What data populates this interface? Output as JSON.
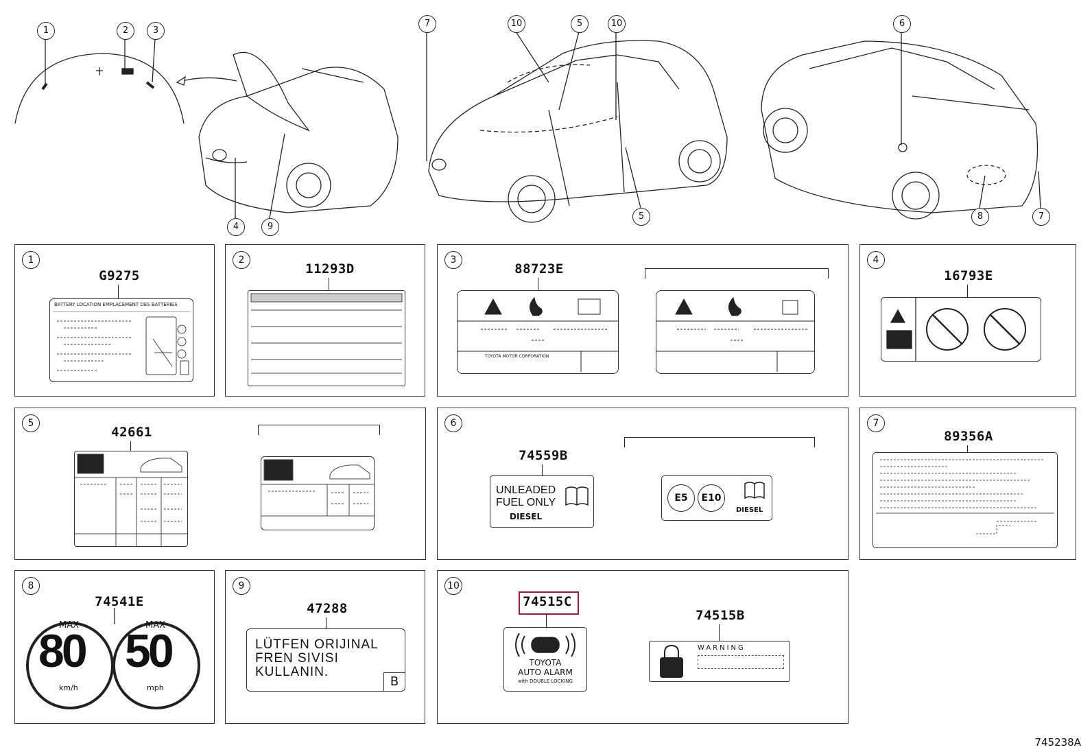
{
  "figure_id": "745238A",
  "callouts_top": [
    "1",
    "2",
    "3",
    "4",
    "9",
    "7",
    "10",
    "5",
    "10",
    "5",
    "6",
    "8",
    "7"
  ],
  "panels": [
    {
      "num": "1",
      "code": "G9275",
      "label_text": "BATTERY LOCATION EMPLACEMENT DES BATTERIES"
    },
    {
      "num": "2",
      "code": "11293D"
    },
    {
      "num": "3",
      "code": "88723E",
      "small_text": "TOYOTA MOTOR CORPORATION"
    },
    {
      "num": "4",
      "code": "16793E"
    },
    {
      "num": "5",
      "code": "42661"
    },
    {
      "num": "6",
      "code": "74559B",
      "text1": "UNLEADED",
      "text2": "FUEL ONLY",
      "text3": "DIESEL",
      "e5": "E5",
      "e10": "E10"
    },
    {
      "num": "7",
      "code": "89356A"
    },
    {
      "num": "8",
      "code": "74541E",
      "max": "MAX",
      "v1": "80",
      "v2": "50",
      "u1": "km/h",
      "u2": "mph"
    },
    {
      "num": "9",
      "code": "47288",
      "line1": "LÜTFEN ORIJINAL",
      "line2": "FREN SIVISI",
      "line3": "KULLANIN.",
      "corner": "B"
    },
    {
      "num": "10",
      "code": "74515C",
      "code2": "74515B",
      "alarm1": "TOYOTA",
      "alarm2": "AUTO ALARM",
      "alarm3": "with DOUBLE LOCKING",
      "warning": "WARNING"
    }
  ]
}
